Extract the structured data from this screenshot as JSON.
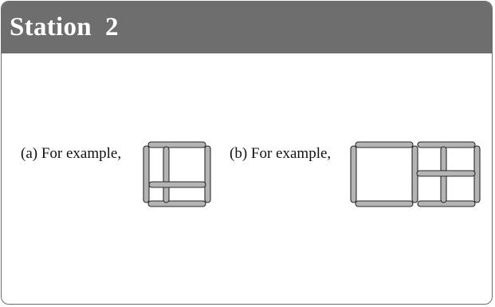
{
  "header": {
    "title": "Station  2",
    "background_color": "#6e6e6e",
    "title_color": "#ffffff"
  },
  "examples": [
    {
      "caption": "(a) For example,",
      "figure_icon": "matchstick-square-with-cross"
    },
    {
      "caption": "(b) For example,",
      "figure_icon": "matchstick-two-squares-one-with-cross"
    }
  ],
  "colors": {
    "border": "#6b6b6b",
    "matchstick_fill": "#b4b4b4",
    "matchstick_stroke": "#2a2a2a"
  }
}
